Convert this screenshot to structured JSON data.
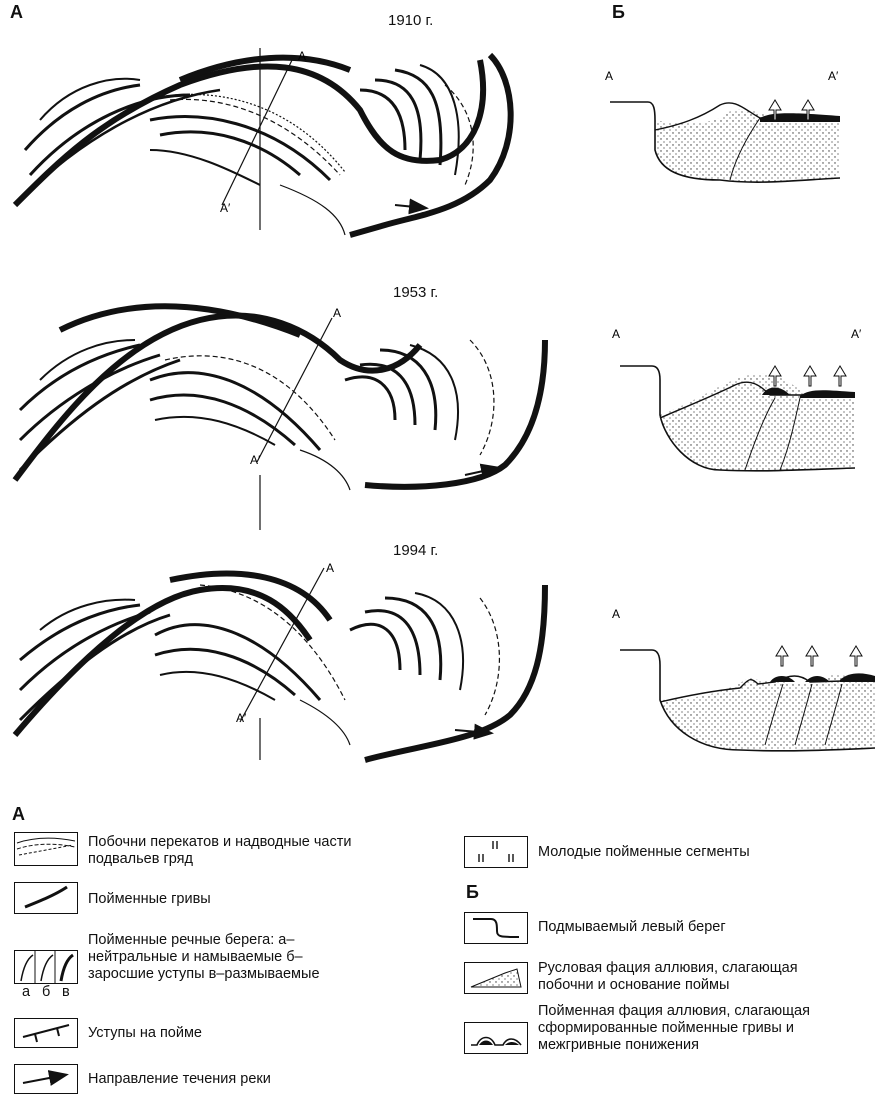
{
  "header": {
    "panel_a": "А",
    "panel_b": "Б"
  },
  "years": [
    "1910 г.",
    "1953 г.",
    "1994 г."
  ],
  "section_labels": {
    "start": "А",
    "end": "А′"
  },
  "legend": {
    "title_a": "А",
    "title_b": "Б",
    "items_a": [
      "Побочни перекатов и надводные части подвальев гряд",
      "Пойменные гривы",
      "Пойменные речные берега: а–нейтральные и намываемые б–заросшие уступы в–размываемые",
      "Уступы на пойме",
      "Направление течения реки"
    ],
    "bank_sub": [
      "а",
      "б",
      "в"
    ],
    "young": "Молодые пойменные сегменты",
    "items_b": [
      "Подмываемый левый берег",
      "Русловая фация аллювия, слагающая побочни и основание поймы",
      "Пойменная фация аллювия, слагающая сформированные пойменные гривы и межгривные понижения"
    ]
  }
}
